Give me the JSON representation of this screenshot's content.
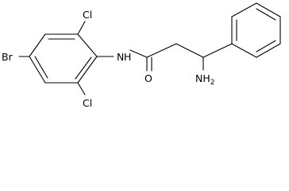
{
  "molecule": {
    "atoms": {
      "cl_top": "Cl",
      "nh": "N",
      "nh_h": "H",
      "br": "Br",
      "cl_bottom": "Cl",
      "o": "O",
      "nh2": "NH",
      "nh2_sub": "2"
    }
  }
}
